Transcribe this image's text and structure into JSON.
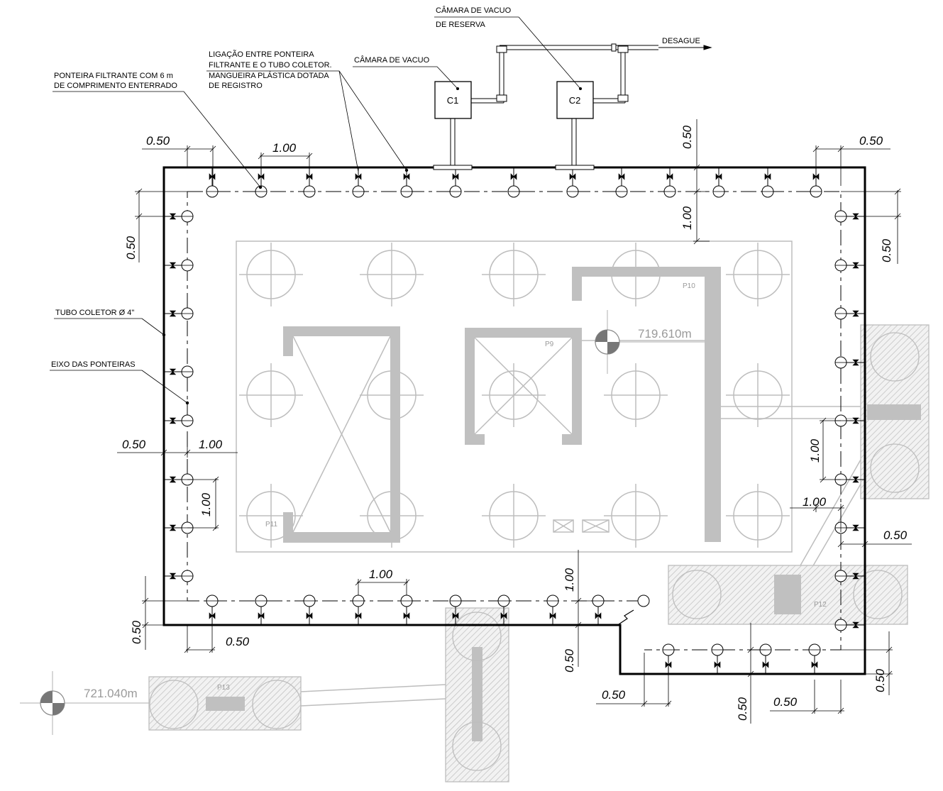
{
  "labels": {
    "camara_reserva_line1": "CÂMARA DE VACUO",
    "camara_reserva_line2": "DE RESERVA",
    "desague": "DESAGUE",
    "ligacao_line1": "LIGAÇÃO ENTRE PONTEIRA",
    "ligacao_line2": "FILTRANTE E O TUBO COLETOR.",
    "ligacao_line3": "MANGUEIRA PLÁSTICA DOTADA",
    "ligacao_line4": "DE REGISTRO",
    "camara_vacuo": "CÂMARA DE VACUO",
    "ponteira_line1": "PONTEIRA FILTRANTE COM 6 m",
    "ponteira_line2": "DE COMPRIMENTO ENTERRADO",
    "tubo_coletor": "TUBO COLETOR Ø 4\"",
    "eixo_ponteiras": "EIXO DAS PONTEIRAS"
  },
  "chambers": {
    "c1": "C1",
    "c2": "C2"
  },
  "elevations": {
    "top": "719.610m",
    "bottom_left": "721.040m"
  },
  "piles": {
    "p9": "P9",
    "p10": "P10",
    "p11": "P11",
    "p12": "P12",
    "p13": "P13"
  },
  "dimensions": {
    "d1": "0.50",
    "d2": "1.00",
    "d3": "0.50",
    "d4": "1.00",
    "d5": "0.50",
    "d6": "0.50",
    "d7": "0.50",
    "d8": "0.50",
    "d9": "1.00",
    "d10": "1.00",
    "d11": "0.50",
    "d12": "1.00",
    "d13": "1.00",
    "d14": "0.50",
    "d15": "0.50",
    "d16": "0.50",
    "d17": "0.50",
    "d18": "1.00",
    "d19": "0.50",
    "d20": "0.50",
    "d21": "0.50",
    "d22": "0.50"
  }
}
